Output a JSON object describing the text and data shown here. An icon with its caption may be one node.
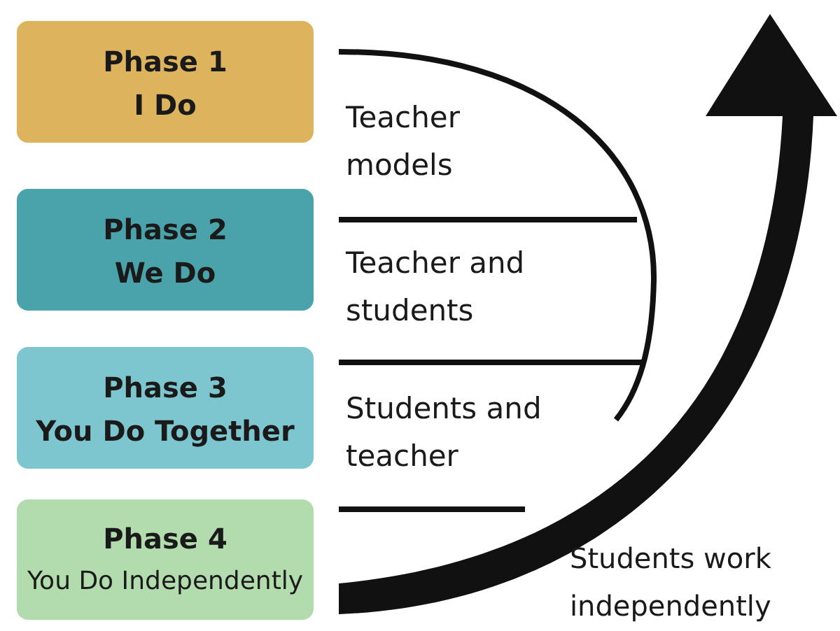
{
  "diagram": {
    "nodes": [
      {
        "text": [
          "Phase 1",
          "I Do"
        ]
      },
      {
        "text": [
          "Phase 2",
          "We Do"
        ]
      },
      {
        "text": [
          "Phase 3",
          "You Do Together"
        ]
      },
      {
        "text": [
          "Phase 4",
          "You Do Independently"
        ]
      }
    ],
    "labels": [
      "Teacher models",
      "Teacher and students",
      "Students and teacher",
      "Students work independently"
    ]
  }
}
